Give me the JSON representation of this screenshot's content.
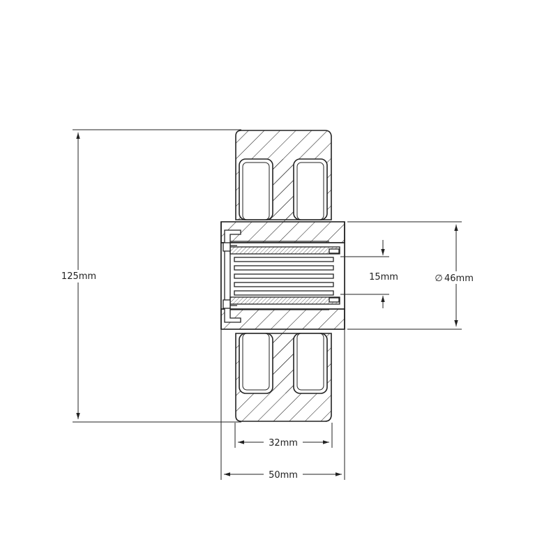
{
  "dimensions": {
    "overall_diameter": "125mm",
    "bore_diameter": "15mm",
    "hub_diameter": "46mm",
    "hub_diameter_symbol": "∅",
    "tread_width": "32mm",
    "hub_width": "50mm"
  },
  "colors": {
    "line": "#222222",
    "background": "#ffffff"
  }
}
